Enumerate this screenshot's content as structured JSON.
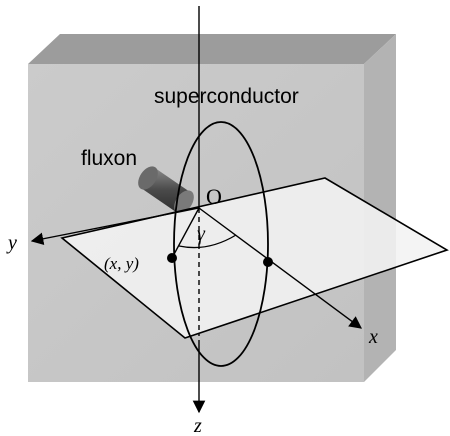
{
  "labels": {
    "material": "superconductor",
    "vortex": "fluxon",
    "origin": "O",
    "angle": "γ",
    "point": "(x, y)",
    "axis_x": "x",
    "axis_y": "y",
    "axis_z": "z"
  },
  "colors": {
    "slab_front": "#c9c9c9",
    "slab_top": "#9c9c9c",
    "slab_side": "#b4b4b4",
    "plane_fill": "#f1f1f1",
    "fluxon": "#555555",
    "ink": "#000000"
  }
}
